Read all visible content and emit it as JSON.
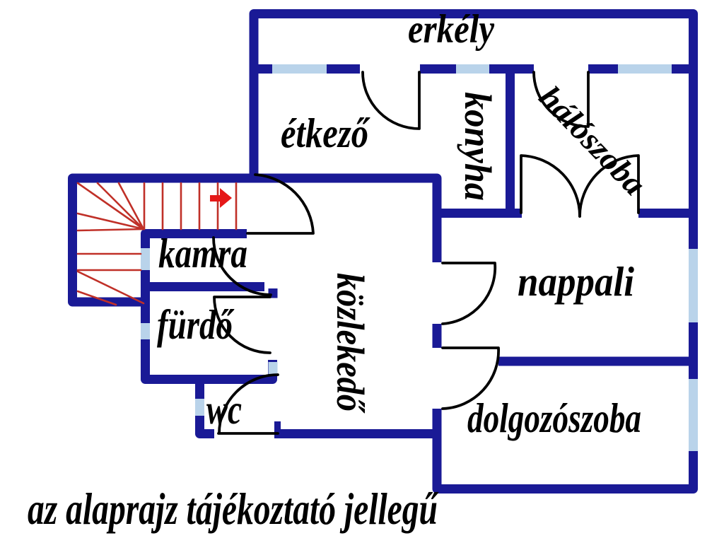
{
  "document": {
    "type": "apartment floor plan",
    "language": "hu"
  },
  "rooms": [
    {
      "id": "erkely",
      "label": "erkély"
    },
    {
      "id": "etkezo",
      "label": "étkező"
    },
    {
      "id": "konyha",
      "label": "konyha"
    },
    {
      "id": "haloszoba",
      "label": "hálószoba"
    },
    {
      "id": "kamra",
      "label": "kamra"
    },
    {
      "id": "furdo",
      "label": "fürdő"
    },
    {
      "id": "kozlekedo",
      "label": "közlekedő"
    },
    {
      "id": "nappali",
      "label": "nappali"
    },
    {
      "id": "wc",
      "label": "wc"
    },
    {
      "id": "dolgozoszoba",
      "label": "dolgozószoba"
    }
  ],
  "annotation": {
    "text": "az alaprajz tájékoztató jellegű"
  },
  "colors": {
    "wall": "#1a1a96",
    "window": "#b9d3ea",
    "stairs": "#c03028",
    "arrow": "#e51818",
    "door": "#000000",
    "text": "#000000",
    "background": "#ffffff"
  }
}
